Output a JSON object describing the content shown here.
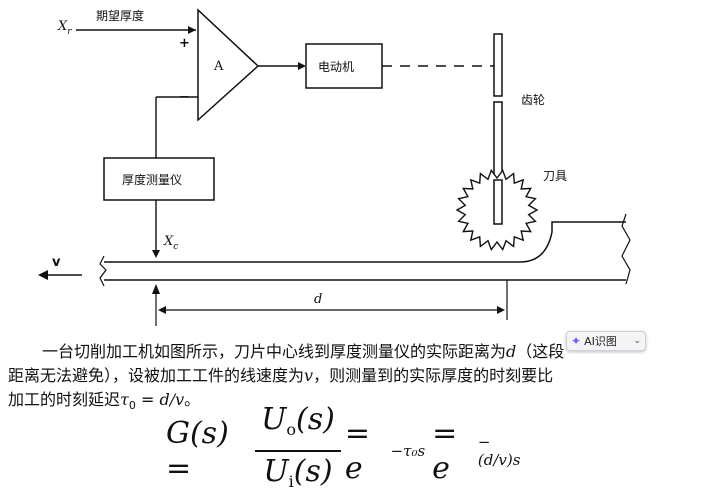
{
  "diagram": {
    "xr_label": "X",
    "xr_sub": "r",
    "desired_thickness": "期望厚度",
    "plus_sign": "+",
    "minus_sign": "−",
    "amp_label": "A",
    "motor_label": "电动机",
    "gear_label": "齿轮",
    "cutter_label": "刀具",
    "thickness_gauge_label": "厚度测量仪",
    "xc_label": "X",
    "xc_sub": "c",
    "velocity_label": "v",
    "distance_label": "d"
  },
  "overlay": {
    "ai_chip_label": "AI识图"
  },
  "paragraph": {
    "line1_a": "一台切削加工机如图所示，刀片中心线到厚度测量仪的实际距离为",
    "line1_var": "d",
    "line1_b": "（这段",
    "line2_a": "距离无法避免），设被加工工件的线速度为",
    "line2_var": "v",
    "line2_b": "，则测量到的实际厚度的时刻要比",
    "line3_a": "加工的时刻延迟",
    "line3_tau": "τ",
    "line3_sub": "0",
    "line3_eq": " = ",
    "line3_expr": "d/v",
    "line3_end": "。"
  },
  "formula": {
    "lhs": "G(s) =",
    "num_U": "U",
    "num_sub": "o",
    "num_arg": "(s)",
    "den_U": "U",
    "den_sub": "i",
    "den_arg": "(s)",
    "eq1": "= e",
    "exp1": "−τ₀s",
    "eq2": "= e",
    "exp2": "−(d/v)s"
  }
}
